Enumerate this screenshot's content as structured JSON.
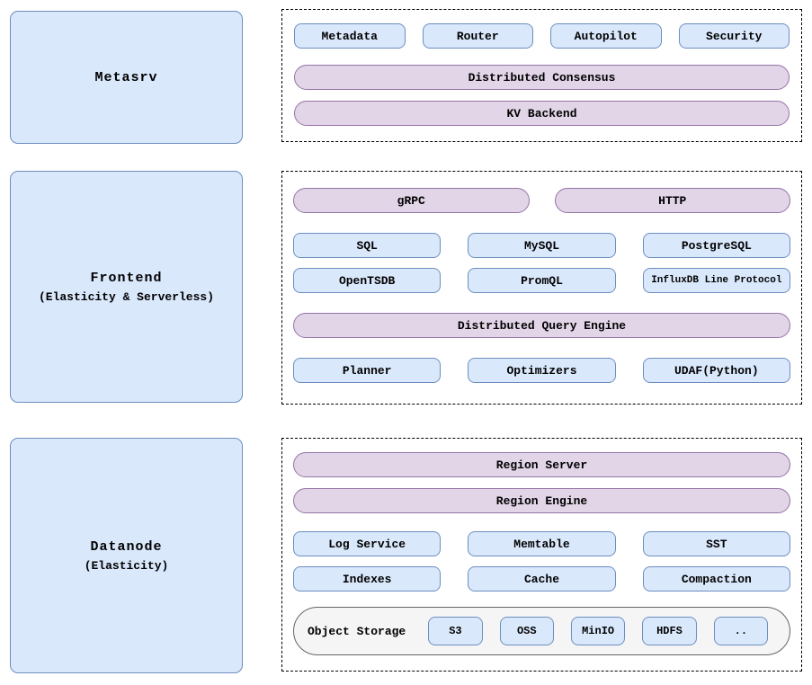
{
  "colors": {
    "node_blue_fill": "#dae8fc",
    "node_blue_border": "#6c8ebf",
    "pill_purple_fill": "#e1d5e7",
    "pill_purple_border": "#9673a6",
    "storage_gray_fill": "#f5f5f5",
    "storage_gray_border": "#666666",
    "text": "#000000"
  },
  "metasrv": {
    "title": "Metasrv",
    "modules": [
      "Metadata",
      "Router",
      "Autopilot",
      "Security"
    ],
    "layers": [
      "Distributed Consensus",
      "KV Backend"
    ]
  },
  "frontend": {
    "title": "Frontend",
    "subtitle": "(Elasticity & Serverless)",
    "protocols": [
      "gRPC",
      "HTTP"
    ],
    "query_row1": [
      "SQL",
      "MySQL",
      "PostgreSQL"
    ],
    "query_row2": [
      "OpenTSDB",
      "PromQL",
      "InfluxDB Line Protocol"
    ],
    "engine": "Distributed Query Engine",
    "components": [
      "Planner",
      "Optimizers",
      "UDAF(Python)"
    ]
  },
  "datanode": {
    "title": "Datanode",
    "subtitle": "(Elasticity)",
    "layers": [
      "Region Server",
      "Region Engine"
    ],
    "components_row1": [
      "Log Service",
      "Memtable",
      "SST"
    ],
    "components_row2": [
      "Indexes",
      "Cache",
      "Compaction"
    ],
    "object_storage": {
      "label": "Object Storage",
      "backends": [
        "S3",
        "OSS",
        "MinIO",
        "HDFS",
        ".."
      ]
    }
  }
}
